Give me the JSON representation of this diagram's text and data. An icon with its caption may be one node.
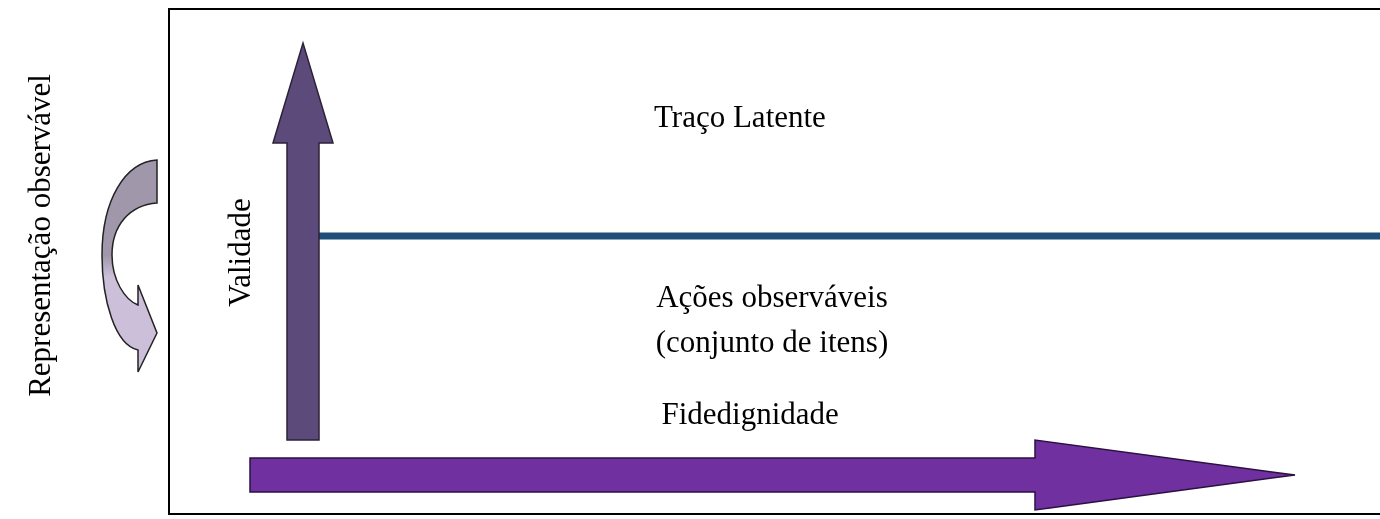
{
  "diagram": {
    "nodes": [
      {
        "text": [
          "Traço Latente",
          "Ações observáveis (conjunto de itens)",
          "Fidedignidade",
          "Validade"
        ]
      }
    ],
    "labels": [
      "Representação observável"
    ]
  }
}
